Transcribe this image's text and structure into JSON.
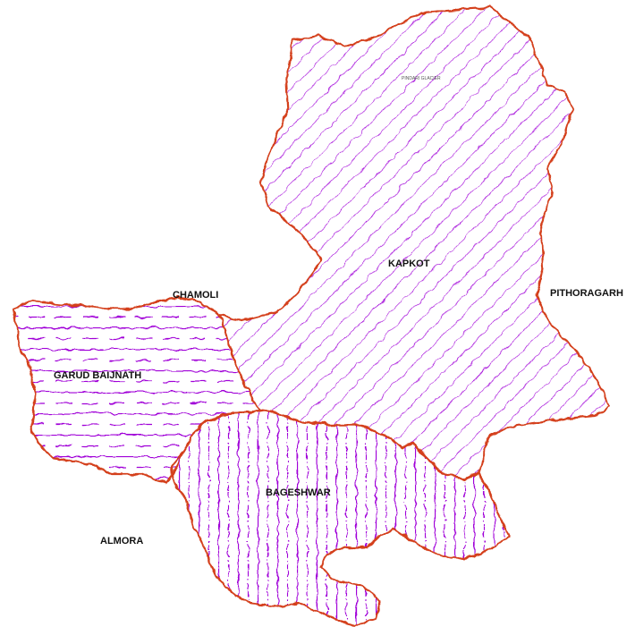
{
  "map": {
    "colors": {
      "border": "#d4401e",
      "hatch": "#a000d8",
      "background": "#ffffff"
    },
    "regions": {
      "kapkot": {
        "label": "KAPKOT",
        "pattern": "diagonal lines"
      },
      "garud_baijnath": {
        "label": "GARUD BAIJNATH",
        "pattern": "horizontal solid and dashed lines"
      },
      "bageshwar": {
        "label": "BAGESHWAR",
        "pattern": "vertical solid and dash-dot lines"
      }
    },
    "features": {
      "pindari_glacier": "PINDARI GLACIER"
    },
    "neighbours": {
      "chamoli": "CHAMOLI",
      "pithoragarh": "PITHORAGARH",
      "almora": "ALMORA"
    }
  }
}
